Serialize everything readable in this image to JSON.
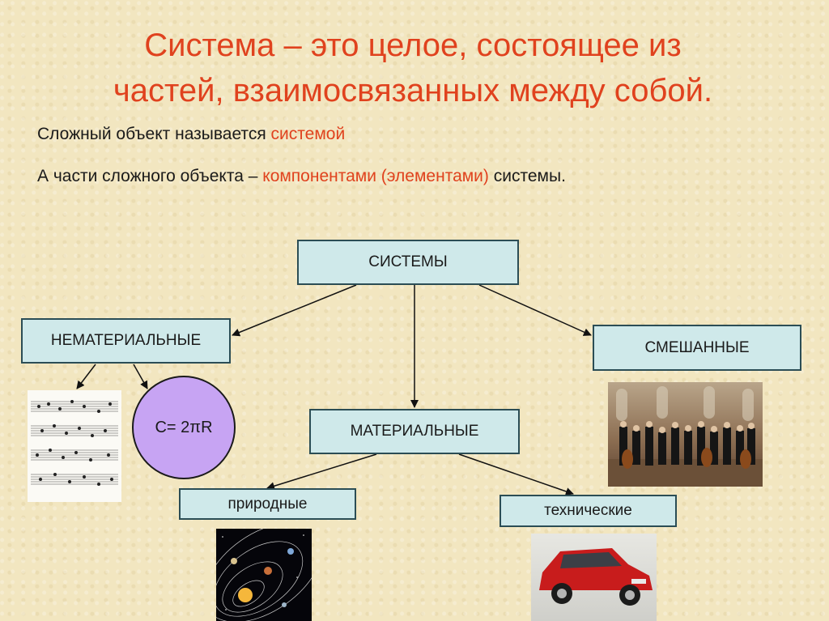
{
  "title_line1": "Система – это целое, состоящее из",
  "title_line2": "частей, взаимосвязанных  между собой.",
  "line1": {
    "text": "Сложный объект называется ",
    "highlight": "системой"
  },
  "line2": {
    "text_before": "А части сложного объекта – ",
    "highlight": "компонентами (элементами)",
    "text_after": " системы."
  },
  "nodes": {
    "systems": "СИСТЕМЫ",
    "nonmaterial": "НЕМАТЕРИАЛЬНЫЕ",
    "mixed": "СМЕШАННЫЕ",
    "material": "МАТЕРИАЛЬНЫЕ",
    "natural": "природные",
    "technical": "технические"
  },
  "formula": "C= 2πR",
  "colors": {
    "accent": "#e0421e",
    "box_fill": "#cfe9ea",
    "circle_fill": "#c7a4f3"
  },
  "images": [
    "sheet-music",
    "orchestra-photo",
    "solar-system",
    "red-car"
  ]
}
